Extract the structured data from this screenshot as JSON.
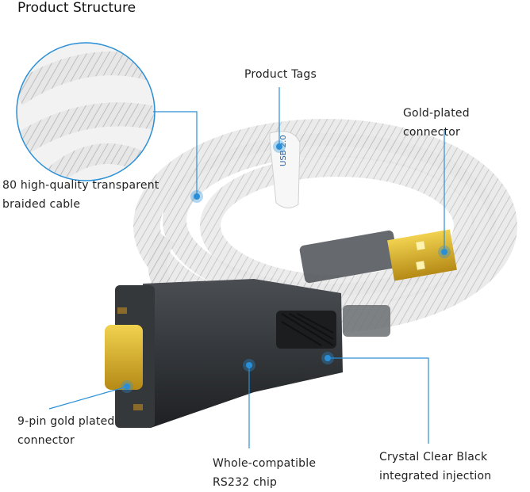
{
  "title": "Product Structure",
  "labels": {
    "product_tags": "Product Tags",
    "gold_connector": "Gold-plated connector",
    "braided_line1": "80 high-quality transparent",
    "braided_line2": "braided cable",
    "ninepin_line1": "9-pin gold plated",
    "ninepin_line2": "connector",
    "chip_line1": "Whole-compatible",
    "chip_line2": "RS232 chip",
    "injection_line1": "Crystal Clear Black",
    "injection_line2": "integrated injection"
  },
  "tag_text": "USB 2.0",
  "colors": {
    "callout": "#2a8fd6",
    "gold": "#d9b024",
    "shell": "#2a2d30"
  }
}
